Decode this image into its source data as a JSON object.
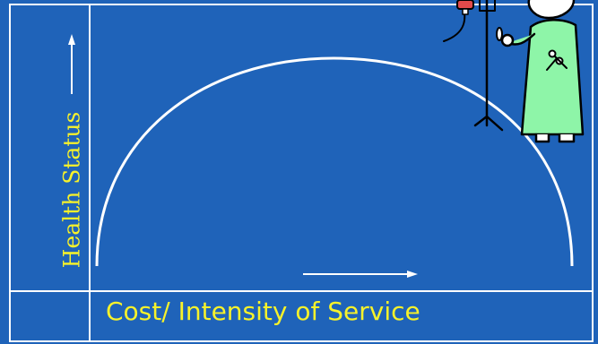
{
  "diagram": {
    "y_axis_label": "Health Status",
    "x_axis_label": "Cost/ Intensity of Service",
    "curve": "inverted-u",
    "illustration": "doctor-with-iv-pole"
  },
  "colors": {
    "background": "#1F63B9",
    "frame": "#FFFFFF",
    "label": "#F7F22A",
    "curve": "#FFFFFF",
    "gown": "#8EF5A8",
    "iv_bag": "#E24A4A"
  }
}
